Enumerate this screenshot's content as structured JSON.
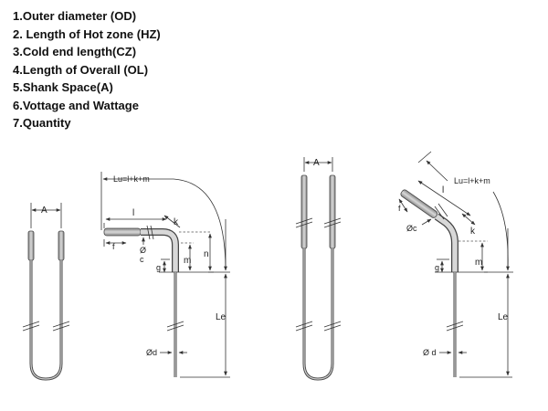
{
  "spec_list": [
    "1.Outer diameter (OD)",
    "2. Length of Hot zone (HZ)",
    "3.Cold end length(CZ)",
    "4.Length of Overall (OL)",
    "5.Shank Space(A)",
    "6.Vottage and Wattage",
    "7.Quantity"
  ],
  "labels": {
    "A": "A",
    "lu": "Lu=l+k+m",
    "l": "l",
    "k": "k",
    "f": "f",
    "phi_c": "Ø",
    "c": "c",
    "phi_c_full": "Øc",
    "g": "g",
    "m": "m",
    "n": "n",
    "le": "Le",
    "phi_d": "Ød",
    "phi_d_spaced": "Ø d"
  }
}
